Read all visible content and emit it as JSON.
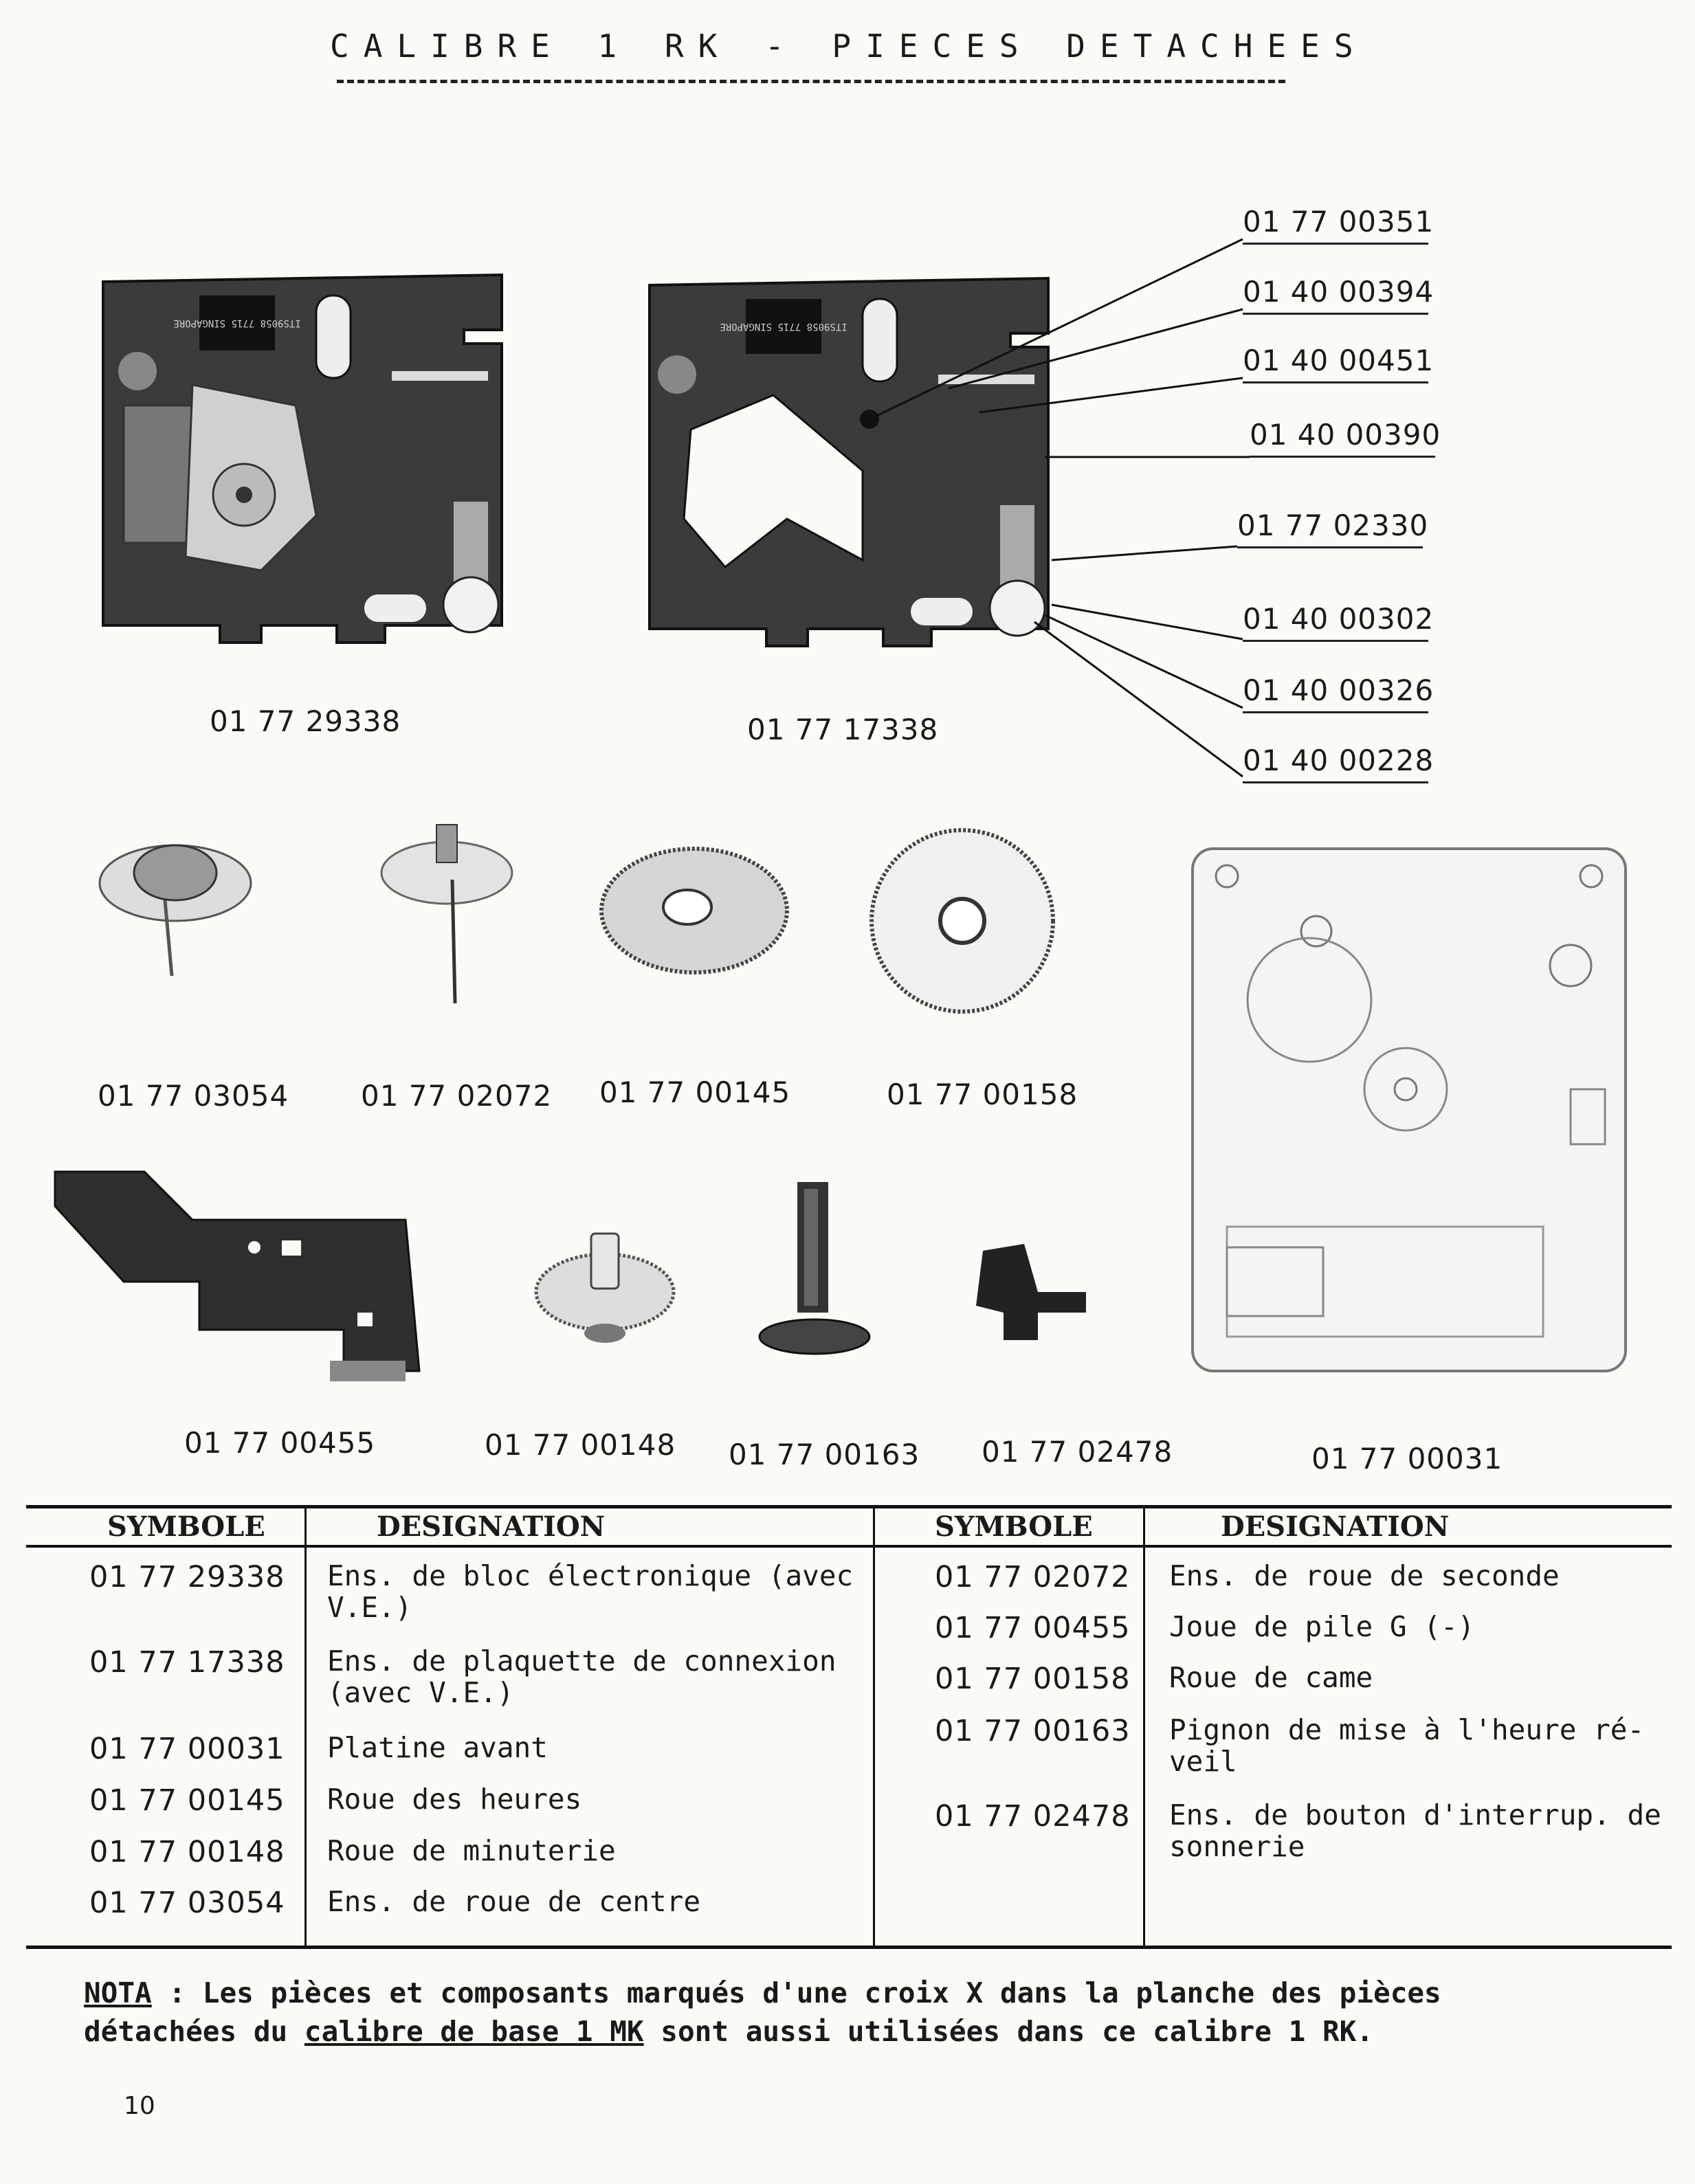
{
  "header": {
    "title": "CALIBRE 1 RK - PIECES DETACHEES"
  },
  "callouts": [
    "01 77 00351",
    "01 40 00394",
    "01 40 00451",
    "01 40 00390",
    "01 77 02330",
    "01 40 00302",
    "01 40 00326",
    "01 40 00228"
  ],
  "figure_labels": {
    "fig1": "01 77 29338",
    "fig2": "01 77 17338",
    "fig3": "01 77 03054",
    "fig4": "01 77 02072",
    "fig5": "01 77 00145",
    "fig6": "01 77 00158",
    "fig7": "01 77 00455",
    "fig8": "01 77 00148",
    "fig9": "01 77 00163",
    "fig10": "01 77 02478",
    "fig11": "01 77 00031"
  },
  "chips": {
    "chip1": "ITS9058 7715 SINGAPORE",
    "chip2": "ITS9058 7715 SINGAPORE"
  },
  "table": {
    "headers": {
      "symbole": "SYMBOLE",
      "designation": "DESIGNATION"
    },
    "left_rows": [
      {
        "symbol": "01 77 29338",
        "designation": "Ens. de bloc électronique (avec\nV.E.)"
      },
      {
        "symbol": "01 77 17338",
        "designation": "Ens. de plaquette de connexion\n(avec V.E.)"
      },
      {
        "symbol": "01 77 00031",
        "designation": "Platine avant"
      },
      {
        "symbol": "01 77 00145",
        "designation": "Roue des heures"
      },
      {
        "symbol": "01 77 00148",
        "designation": "Roue de minuterie"
      },
      {
        "symbol": "01 77 03054",
        "designation": "Ens. de roue de centre"
      }
    ],
    "right_rows": [
      {
        "symbol": "01 77 02072",
        "designation": "Ens. de roue de seconde"
      },
      {
        "symbol": "01 77 00455",
        "designation": "Joue de pile G (-)"
      },
      {
        "symbol": "01 77 00158",
        "designation": "Roue de came"
      },
      {
        "symbol": "01 77 00163",
        "designation": "Pignon de mise à l'heure ré-\nveil"
      },
      {
        "symbol": "01 77 02478",
        "designation": "Ens. de bouton d'interrup. de\nsonnerie"
      }
    ]
  },
  "nota": {
    "label": "NOTA",
    "text1": " : Les pièces et composants marqués d'une croix X dans la planche des pièces détachées du ",
    "link": "calibre de base 1 MK",
    "text2": " sont aussi utilisées dans ce calibre 1 RK."
  },
  "page_number": "10"
}
